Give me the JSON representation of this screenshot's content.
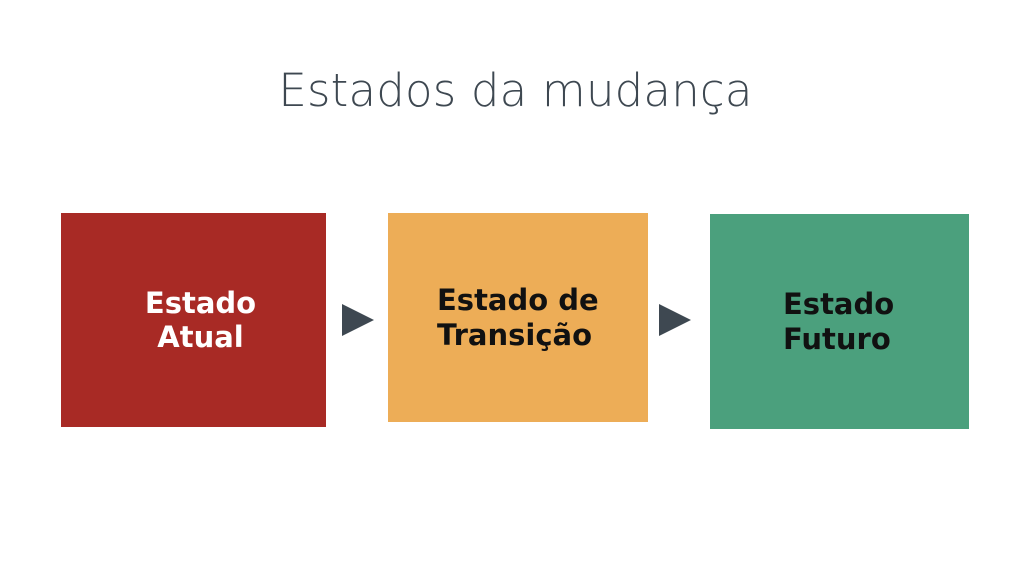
{
  "slide": {
    "title": "Estados da mudança",
    "background_color": "#ffffff",
    "title_color": "#3e4851"
  },
  "diagram": {
    "type": "process-flow",
    "direction": "left-to-right",
    "stage_count": 3,
    "stages": [
      {
        "id": "current-state",
        "label": "Estado\nAtual",
        "line1": "Estado",
        "line2": "Atual",
        "fill_color": "#a82a25",
        "text_color": "#ffffff",
        "text_align": "center"
      },
      {
        "id": "transition-state",
        "label": "Estado de\nTransição",
        "line1": "Estado de",
        "line2": "Transição",
        "fill_color": "#edad57",
        "text_color": "#111111",
        "text_align": "left"
      },
      {
        "id": "future-state",
        "label": "Estado\nFuturo",
        "line1": "Estado",
        "line2": "Futuro",
        "fill_color": "#4ba07d",
        "text_color": "#111111",
        "text_align": "left"
      }
    ],
    "connectors": [
      {
        "id": "arrow-1",
        "icon": "triangle-right-icon",
        "color": "#3e4851",
        "from": "current-state",
        "to": "transition-state"
      },
      {
        "id": "arrow-2",
        "icon": "triangle-right-icon",
        "color": "#3e4851",
        "from": "transition-state",
        "to": "future-state"
      }
    ]
  }
}
